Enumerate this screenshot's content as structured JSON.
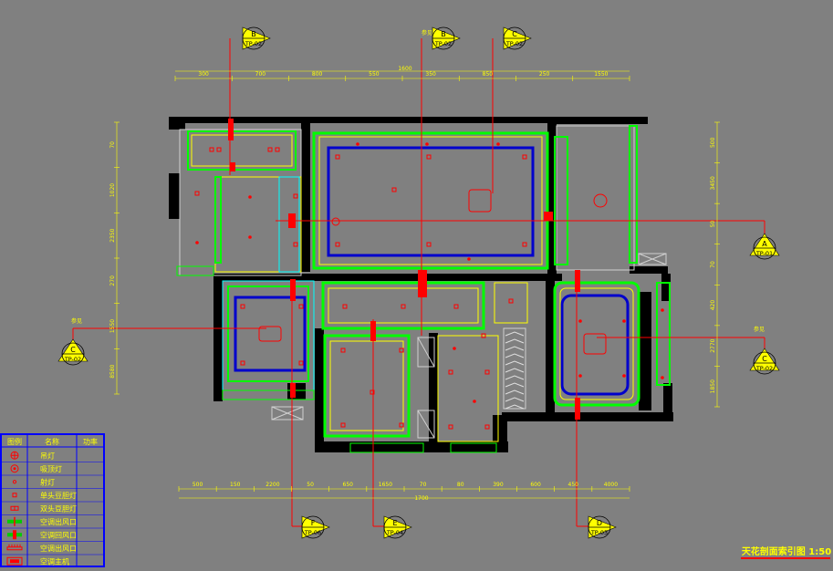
{
  "drawing": {
    "title": "天花剖面索引图 1:50",
    "colors": {
      "background": "#808080",
      "wall": "#000000",
      "index_line": "#ff0000",
      "tag_fill": "#ffff00",
      "ceiling_blue": "#0000cc",
      "ceiling_green": "#00ff00",
      "dimension": "#ffff00"
    }
  },
  "legend": {
    "headers": [
      "图例",
      "名称",
      "功率"
    ],
    "rows": [
      {
        "icon": "pendant-lamp-icon",
        "name": "吊灯"
      },
      {
        "icon": "ceiling-lamp-icon",
        "name": "吸顶灯"
      },
      {
        "icon": "downlight-icon",
        "name": "射灯"
      },
      {
        "icon": "single-spotlight-icon",
        "name": "单头豆胆灯"
      },
      {
        "icon": "double-spotlight-icon",
        "name": "双头豆胆灯"
      },
      {
        "icon": "ac-outlet-icon",
        "name": "空调出风口"
      },
      {
        "icon": "ac-return-icon",
        "name": "空调回风口"
      },
      {
        "icon": "ac-outlet-alt-icon",
        "name": "空调出风口"
      },
      {
        "icon": "ac-unit-icon",
        "name": "空调主机"
      }
    ]
  },
  "tags": [
    {
      "letter": "B",
      "sheet": "TP-02"
    },
    {
      "letter": "B",
      "sheet": "TP-02"
    },
    {
      "letter": "C",
      "sheet": "TP-02"
    },
    {
      "letter": "A",
      "sheet": "TP-01"
    },
    {
      "letter": "C",
      "sheet": "TP-02"
    },
    {
      "letter": "C",
      "sheet": "TP-02"
    },
    {
      "letter": "F",
      "sheet": "TP-06"
    },
    {
      "letter": "E",
      "sheet": "TP-04"
    },
    {
      "letter": "D",
      "sheet": "TP-03"
    }
  ],
  "tag_notes": [
    "参见",
    "参见",
    "参见"
  ],
  "dimensions": {
    "top_overall": "1600",
    "top": [
      "300",
      "700",
      "800",
      "550",
      "350",
      "850",
      "250",
      "1550"
    ],
    "bottom_overall": "1700",
    "bottom": [
      "500",
      "150",
      "2200",
      "50",
      "650",
      "1650",
      "70",
      "80",
      "390",
      "600",
      "450",
      "4000"
    ],
    "left": [
      "70",
      "1020",
      "2350",
      "270",
      "1550",
      "8580"
    ],
    "right": [
      "500",
      "3450",
      "50",
      "70",
      "420",
      "2770",
      "1850"
    ]
  }
}
